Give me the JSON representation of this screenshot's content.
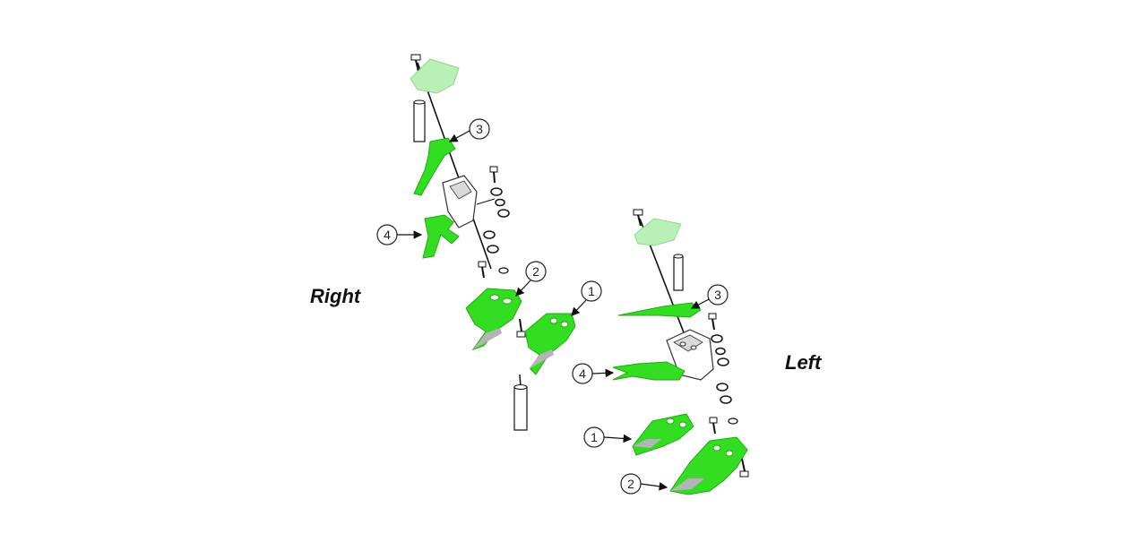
{
  "labels": {
    "right": "Right",
    "left": "Left"
  },
  "callouts": {
    "right": [
      "3",
      "4",
      "2",
      "1"
    ],
    "left": [
      "3",
      "4",
      "1",
      "2"
    ]
  },
  "colors": {
    "part_green": "#33dd22",
    "part_dark_green": "#22aa11",
    "pale_green": "#b8f0b8",
    "blade_gray": "#b4b4b4",
    "outline": "#111111",
    "hardware": "#ffffff"
  }
}
